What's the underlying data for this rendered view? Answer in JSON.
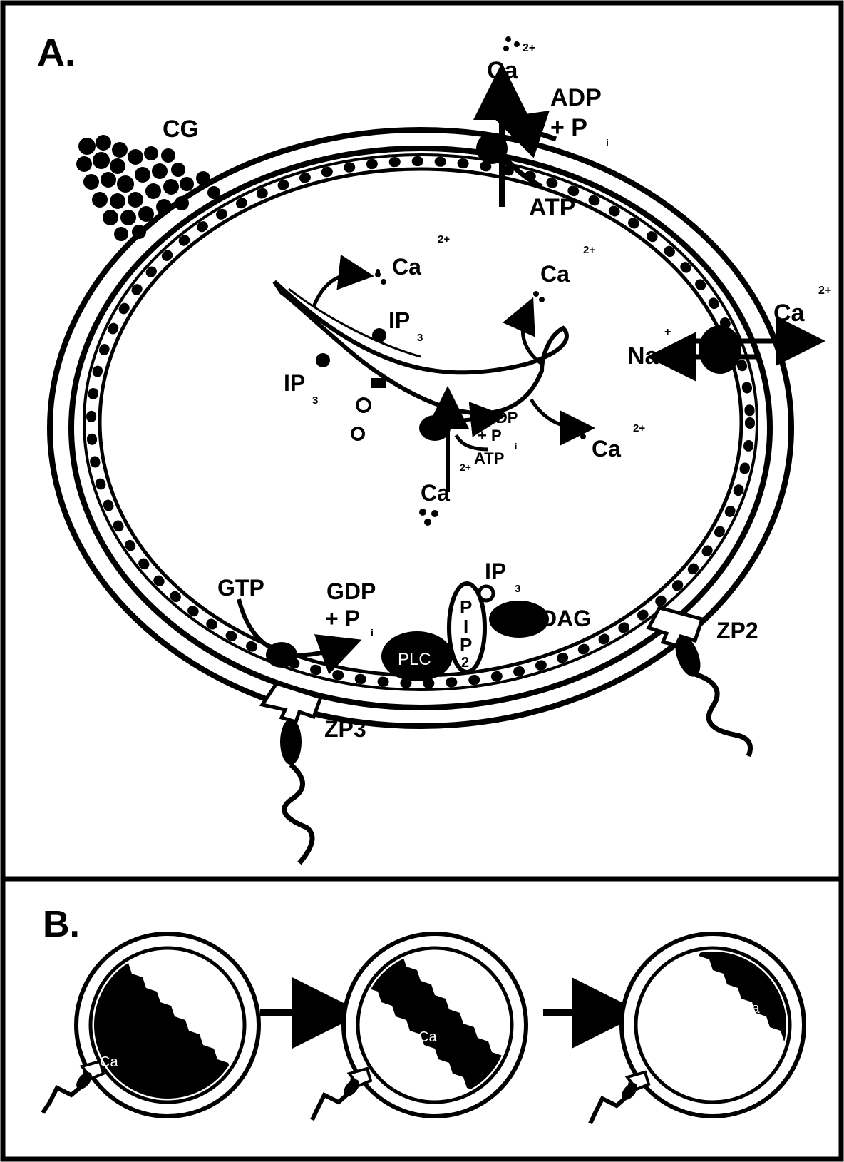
{
  "panel_a": {
    "label": "A.",
    "cg": "CG",
    "top_ca": "Ca",
    "top_ca_sup": "2+",
    "adp": "ADP",
    "plus_p": "+ P",
    "p_sub": "i",
    "atp": "ATP",
    "ca_left": "Ca",
    "ca_left_sup": "2+",
    "ca_center": "Ca",
    "ca_center_sup": "2+",
    "ca_right": "Ca",
    "ca_right_sup": "2+",
    "na": "Na",
    "na_sup": "+",
    "ip3_a": "IP",
    "ip3_a_sub": "3",
    "ip3_b": "IP",
    "ip3_b_sub": "3",
    "er_adp": "ADP",
    "er_plus_p": "+ P",
    "er_p_sub": "i",
    "er_atp": "ATP",
    "er_ca_right": "Ca",
    "er_ca_right_sup": "2+",
    "er_ca_bottom": "Ca",
    "er_ca_bottom_sup": "2+",
    "gtp": "GTP",
    "gdp": "GDP",
    "gdp_plus_p": "+ P",
    "gdp_p_sub": "i",
    "plc": "PLC",
    "pip2_letters": [
      "P",
      "I",
      "P",
      "2"
    ],
    "ip3_c": "IP",
    "ip3_c_sub": "3",
    "dag": "DAG",
    "zp2": "ZP2",
    "zp3": "ZP3"
  },
  "panel_b": {
    "label": "B.",
    "cells": [
      {
        "ca": "Ca"
      },
      {
        "ca": "Ca"
      },
      {
        "ca": "Ca"
      }
    ]
  }
}
